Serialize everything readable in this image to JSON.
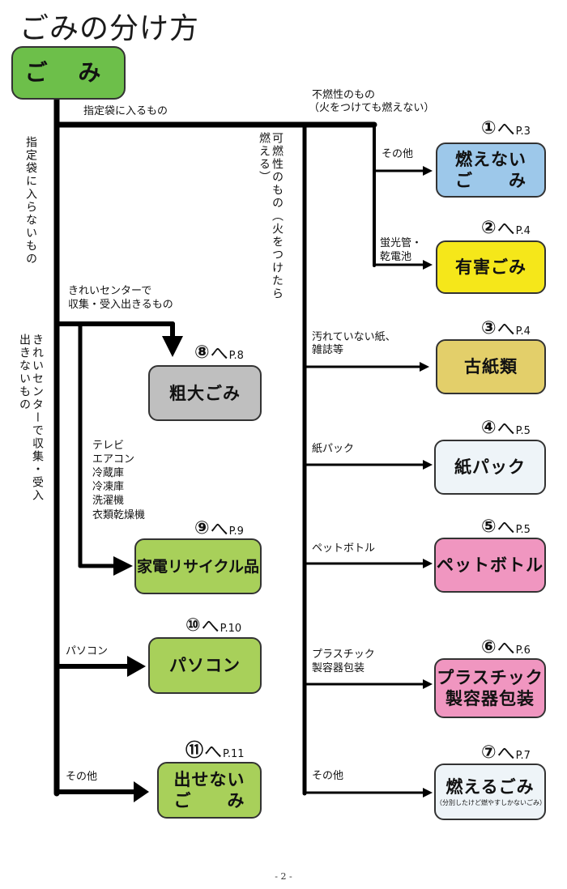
{
  "title": "ごみの分け方",
  "root": {
    "label": "ご み",
    "color": "#6dbf4a"
  },
  "branch_labels": {
    "in_bag": "指定袋に入るもの",
    "not_in_bag": "指定袋に入らないもの",
    "nonburnable_line1": "不燃性のもの",
    "nonburnable_line2": "（火をつけても燃えない）",
    "burnable": "可燃性のもの（火をつけたら燃える）",
    "center_ok_line1": "きれいセンターで",
    "center_ok_line2": "収集・受入出きるもの",
    "center_ng": "きれいセンターで収集・受入出きないもの",
    "appliances": [
      "テレビ",
      "エアコン",
      "冷蔵庫",
      "冷凍庫",
      "洗濯機",
      "衣類乾燥機"
    ],
    "other_nonburn": "その他",
    "fluorescent_line1": "蛍光管・",
    "fluorescent_line2": "乾電池",
    "paper_line1": "汚れていない紙、",
    "paper_line2": "雑誌等",
    "carton": "紙パック",
    "pet": "ペットボトル",
    "plastic_line1": "プラスチック",
    "plastic_line2": "製容器包装",
    "other_burn": "その他",
    "pc": "パソコン",
    "other_left": "その他"
  },
  "categories": [
    {
      "id": "moenai",
      "num": "①",
      "page": "P.3",
      "line1": "燃えない",
      "line2": "ご　　み",
      "color": "#9dc8ea"
    },
    {
      "id": "yugai",
      "num": "②",
      "page": "P.4",
      "line1": "有害ごみ",
      "color": "#f5e71a"
    },
    {
      "id": "koshi",
      "num": "③",
      "page": "P.4",
      "line1": "古紙類",
      "color": "#e3cf6a"
    },
    {
      "id": "kamipack",
      "num": "④",
      "page": "P.5",
      "line1": "紙パック",
      "color": "#eef4f8"
    },
    {
      "id": "pet",
      "num": "⑤",
      "page": "P.5",
      "line1": "ペットボトル",
      "color": "#f096c0"
    },
    {
      "id": "plastic",
      "num": "⑥",
      "page": "P.6",
      "line1": "プラスチック",
      "line2": "製容器包装",
      "color": "#f096c0"
    },
    {
      "id": "moeru",
      "num": "⑦",
      "page": "P.7",
      "line1": "燃えるごみ",
      "sub": "（分別したけど燃やすしかないごみ）",
      "color": "#eef4f8"
    },
    {
      "id": "sodai",
      "num": "⑧",
      "page": "P.8",
      "line1": "粗大ごみ",
      "color": "#bfbfbf"
    },
    {
      "id": "kaden",
      "num": "⑨",
      "page": "P.9",
      "line1": "家電リサイクル品",
      "color": "#a8d05a"
    },
    {
      "id": "pc",
      "num": "⑩",
      "page": "P.10",
      "line1": "パソコン",
      "color": "#a8d05a"
    },
    {
      "id": "dasenai",
      "num": "⑪",
      "page": "P.11",
      "line1": "出せない",
      "line2": "ご　　み",
      "color": "#a8d05a"
    }
  ],
  "ref_arrow": "へ",
  "footer": "- 2 -"
}
